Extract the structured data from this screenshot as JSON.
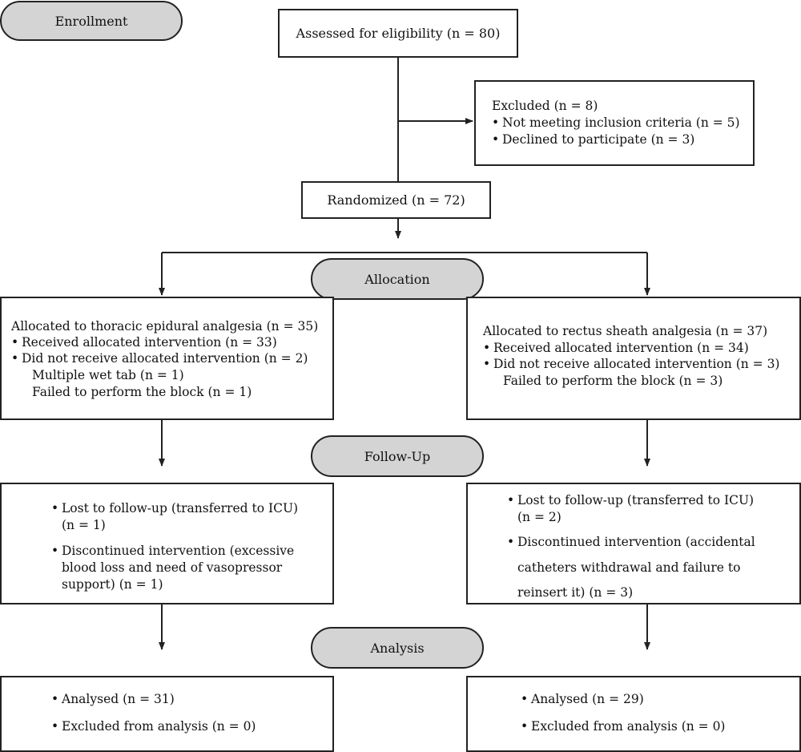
{
  "stages": {
    "enrollment": "Enrollment",
    "allocation": "Allocation",
    "follow_up": "Follow-Up",
    "analysis": "Analysis"
  },
  "assessed": "Assessed for eligibility (n = 80)",
  "excluded": {
    "title": "Excluded (n = 8)",
    "items": [
      "Not meeting inclusion criteria (n = 5)",
      "Declined to participate (n = 3)"
    ]
  },
  "randomized": "Randomized (n = 72)",
  "left_allocation": {
    "title": "Allocated to thoracic epidural analgesia (n = 35)",
    "received": "Received allocated intervention (n = 33)",
    "not_received": "Did not receive allocated intervention (n = 2)",
    "reasons": [
      "Multiple wet tab (n = 1)",
      "Failed to perform the block (n = 1)"
    ]
  },
  "right_allocation": {
    "title": "Allocated to rectus sheath analgesia (n = 37)",
    "received": "Received allocated intervention (n = 34)",
    "not_received": "Did not receive allocated intervention (n = 3)",
    "reasons": [
      "Failed to perform the block (n = 3)"
    ]
  },
  "left_followup": {
    "lost_line1": "Lost to follow-up (transferred to ICU)",
    "lost_line2": "(n = 1)",
    "disc_line1": "Discontinued intervention (excessive",
    "disc_line2": "blood loss and need of vasopressor",
    "disc_line3": "support) (n = 1)"
  },
  "right_followup": {
    "lost_line1": "Lost to follow-up (transferred to ICU)",
    "lost_line2": "(n = 2)",
    "disc_line1": "Discontinued intervention (accidental",
    "disc_line2": "catheters withdrawal and failure to",
    "disc_line3": "reinsert it) (n = 3)"
  },
  "left_analysis": {
    "analysed": "Analysed (n = 31)",
    "excluded": "Excluded from analysis (n = 0)"
  },
  "right_analysis": {
    "analysed": "Analysed (n = 29)",
    "excluded": "Excluded from analysis (n = 0)"
  }
}
